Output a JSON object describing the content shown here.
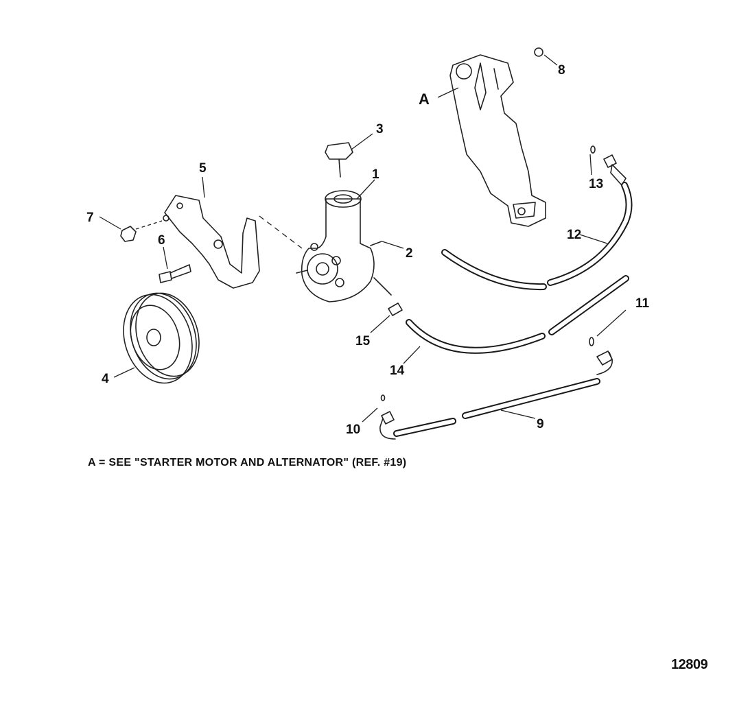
{
  "callouts": {
    "c1": "1",
    "c2": "2",
    "c3": "3",
    "c4": "4",
    "c5": "5",
    "c6": "6",
    "c7": "7",
    "c8": "8",
    "c9": "9",
    "c10": "10",
    "c11": "11",
    "c12": "12",
    "c13": "13",
    "c14": "14",
    "c15": "15",
    "cA": "A"
  },
  "note": "A = SEE \"STARTER MOTOR AND ALTERNATOR\" (REF. #19)",
  "figure_number": "12809"
}
